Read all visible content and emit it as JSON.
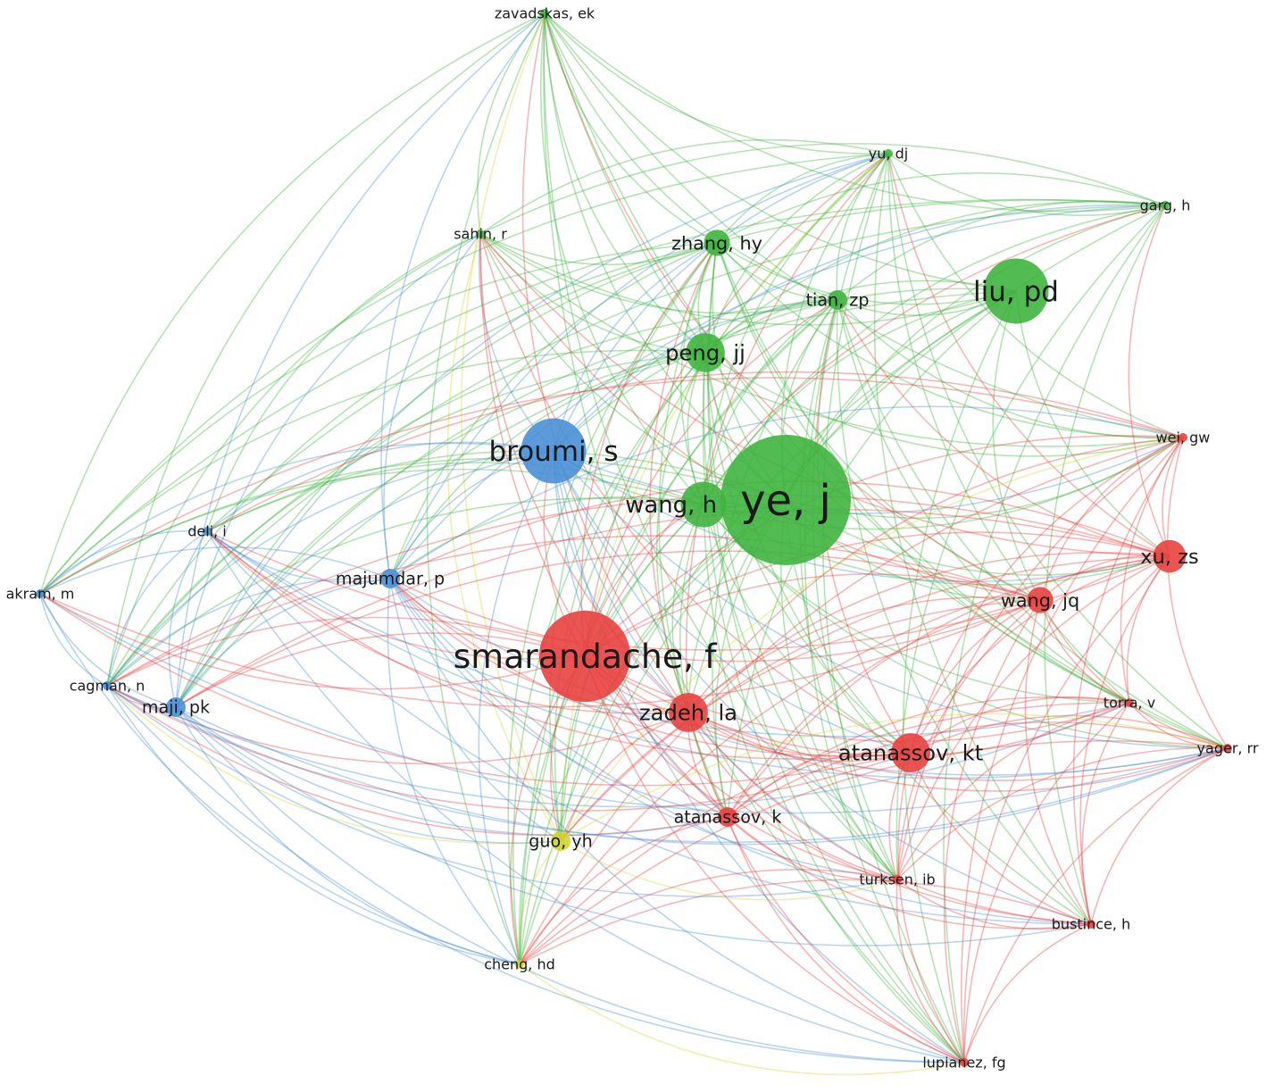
{
  "title": "Co-citation network of authors",
  "colors": {
    "green": "#3fb43f",
    "red": "#e8413f",
    "blue": "#4a8fd6",
    "yellow": "#d2d430"
  },
  "nodes": [
    {
      "label": "zavadskas, ek",
      "cluster": "green",
      "weight": 1
    },
    {
      "label": "yu, dj",
      "cluster": "green",
      "weight": 1
    },
    {
      "label": "garg, h",
      "cluster": "green",
      "weight": 1
    },
    {
      "label": "sahin, r",
      "cluster": "green",
      "weight": 1
    },
    {
      "label": "zhang, hy",
      "cluster": "green",
      "weight": 2
    },
    {
      "label": "tian, zp",
      "cluster": "green",
      "weight": 1.5
    },
    {
      "label": "liu, pd",
      "cluster": "green",
      "weight": 5
    },
    {
      "label": "peng, jj",
      "cluster": "green",
      "weight": 3
    },
    {
      "label": "broumi, s",
      "cluster": "blue",
      "weight": 5
    },
    {
      "label": "wang, h",
      "cluster": "green",
      "weight": 3.5
    },
    {
      "label": "ye, j",
      "cluster": "green",
      "weight": 10
    },
    {
      "label": "wei, gw",
      "cluster": "red",
      "weight": 1
    },
    {
      "label": "deli, i",
      "cluster": "blue",
      "weight": 1
    },
    {
      "label": "xu, zs",
      "cluster": "red",
      "weight": 2.5
    },
    {
      "label": "majumdar, p",
      "cluster": "blue",
      "weight": 1.5
    },
    {
      "label": "akram, m",
      "cluster": "blue",
      "weight": 1
    },
    {
      "label": "wang, jq",
      "cluster": "red",
      "weight": 2
    },
    {
      "label": "smarandache, f",
      "cluster": "red",
      "weight": 7
    },
    {
      "label": "cagman, n",
      "cluster": "blue",
      "weight": 1
    },
    {
      "label": "maji, pk",
      "cluster": "blue",
      "weight": 1.5
    },
    {
      "label": "zadeh, la",
      "cluster": "red",
      "weight": 3
    },
    {
      "label": "torra, v",
      "cluster": "red",
      "weight": 1
    },
    {
      "label": "yager, rr",
      "cluster": "red",
      "weight": 1
    },
    {
      "label": "atanassov, kt",
      "cluster": "red",
      "weight": 3
    },
    {
      "label": "atanassov, k",
      "cluster": "red",
      "weight": 1.5
    },
    {
      "label": "guo, yh",
      "cluster": "yellow",
      "weight": 1.5
    },
    {
      "label": "turksen, ib",
      "cluster": "red",
      "weight": 1
    },
    {
      "label": "bustince, h",
      "cluster": "red",
      "weight": 1
    },
    {
      "label": "cheng, hd",
      "cluster": "yellow",
      "weight": 1
    },
    {
      "label": "lupianez, fg",
      "cluster": "red",
      "weight": 1
    }
  ]
}
